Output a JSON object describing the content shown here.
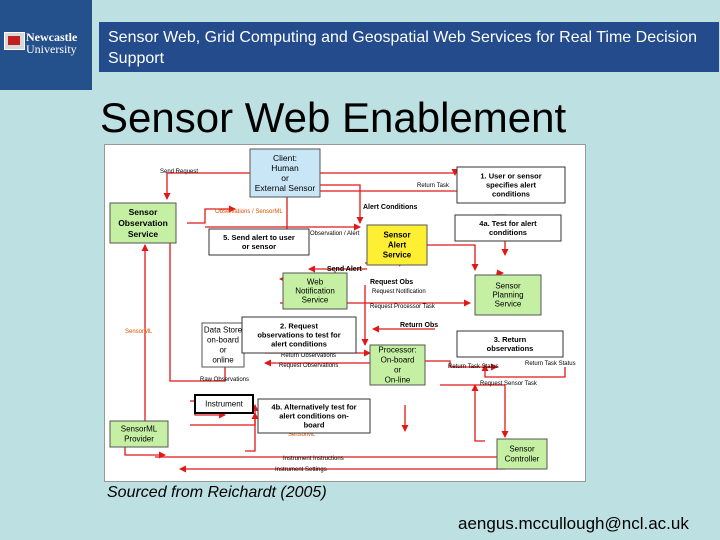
{
  "logo": {
    "name_line1": "Newcastle",
    "name_line2": "University"
  },
  "header": {
    "text": "Sensor Web, Grid Computing and Geospatial Web Services for Real Time Decision Support"
  },
  "slide_title": "Sensor Web Enablement",
  "caption": "Sourced from Reichardt (2005)",
  "email": "aengus.mccullough@ncl.ac.uk",
  "diagram": {
    "nodes": {
      "client": [
        "Client:",
        "Human",
        "or",
        "External Sensor"
      ],
      "sos": [
        "Sensor",
        "Observation",
        "Service"
      ],
      "sas": [
        "Sensor",
        "Alert",
        "Service"
      ],
      "wns": [
        "Web",
        "Notification",
        "Service"
      ],
      "sps": [
        "Sensor",
        "Planning",
        "Service"
      ],
      "datastore": [
        "Data Store",
        "on-board",
        "or",
        "online"
      ],
      "processor": [
        "Processor:",
        "On-board",
        "or",
        "On-line"
      ],
      "instrument": [
        "Instrument"
      ],
      "sml_provider": [
        "SensorML",
        "Provider"
      ],
      "sensor_controller": [
        "Sensor",
        "Controller"
      ]
    },
    "callouts": {
      "c1": [
        "1. User or sensor",
        "specifies alert",
        "conditions"
      ],
      "c4a": [
        "4a. Test for alert",
        "conditions"
      ],
      "c5": [
        "5. Send alert to user",
        "or sensor"
      ],
      "c2": [
        "2. Request",
        "observations to test for",
        "alert conditions"
      ],
      "c3": [
        "3. Return",
        "observations"
      ],
      "c4b": [
        "4b. Alternatively test for",
        "alert conditions on-",
        "board"
      ]
    },
    "edge_labels": {
      "send_request": "Send Request",
      "return_task": "Return Task",
      "observations_sensorml": "Observations / SensorML",
      "alert_conditions": "Alert Conditions",
      "observation_alert": "Observation / Alert",
      "send_alert": "Send Alert",
      "request_obs": "Request Obs",
      "request_notification": "Request Notification",
      "request_processor_task": "Request Processor Task",
      "return_obs": "Return Obs",
      "sensorml": "SensorML",
      "return_observations": "Return Observations",
      "request_observations": "Request Observations",
      "raw_observations": "Raw Observations",
      "return_task_status_1": "Return Task Status",
      "return_task_status_2": "Return Task Status",
      "request_sensor_task": "Request Sensor Task",
      "sensorml_2": "SensorML",
      "instrument_instructions": "Instrument Instructions",
      "instrument_settings": "Instrument Settings"
    }
  },
  "colors": {
    "logo_bg": "#24508c",
    "header_bg": "#244b8c",
    "slide_bg": "#bde0e2",
    "node_fill": "#c5f0a4",
    "client_fill": "#c8e6f6",
    "sas_fill": "#ffef33",
    "arrow": "#e01818",
    "callout_fill": "#ffffff"
  }
}
